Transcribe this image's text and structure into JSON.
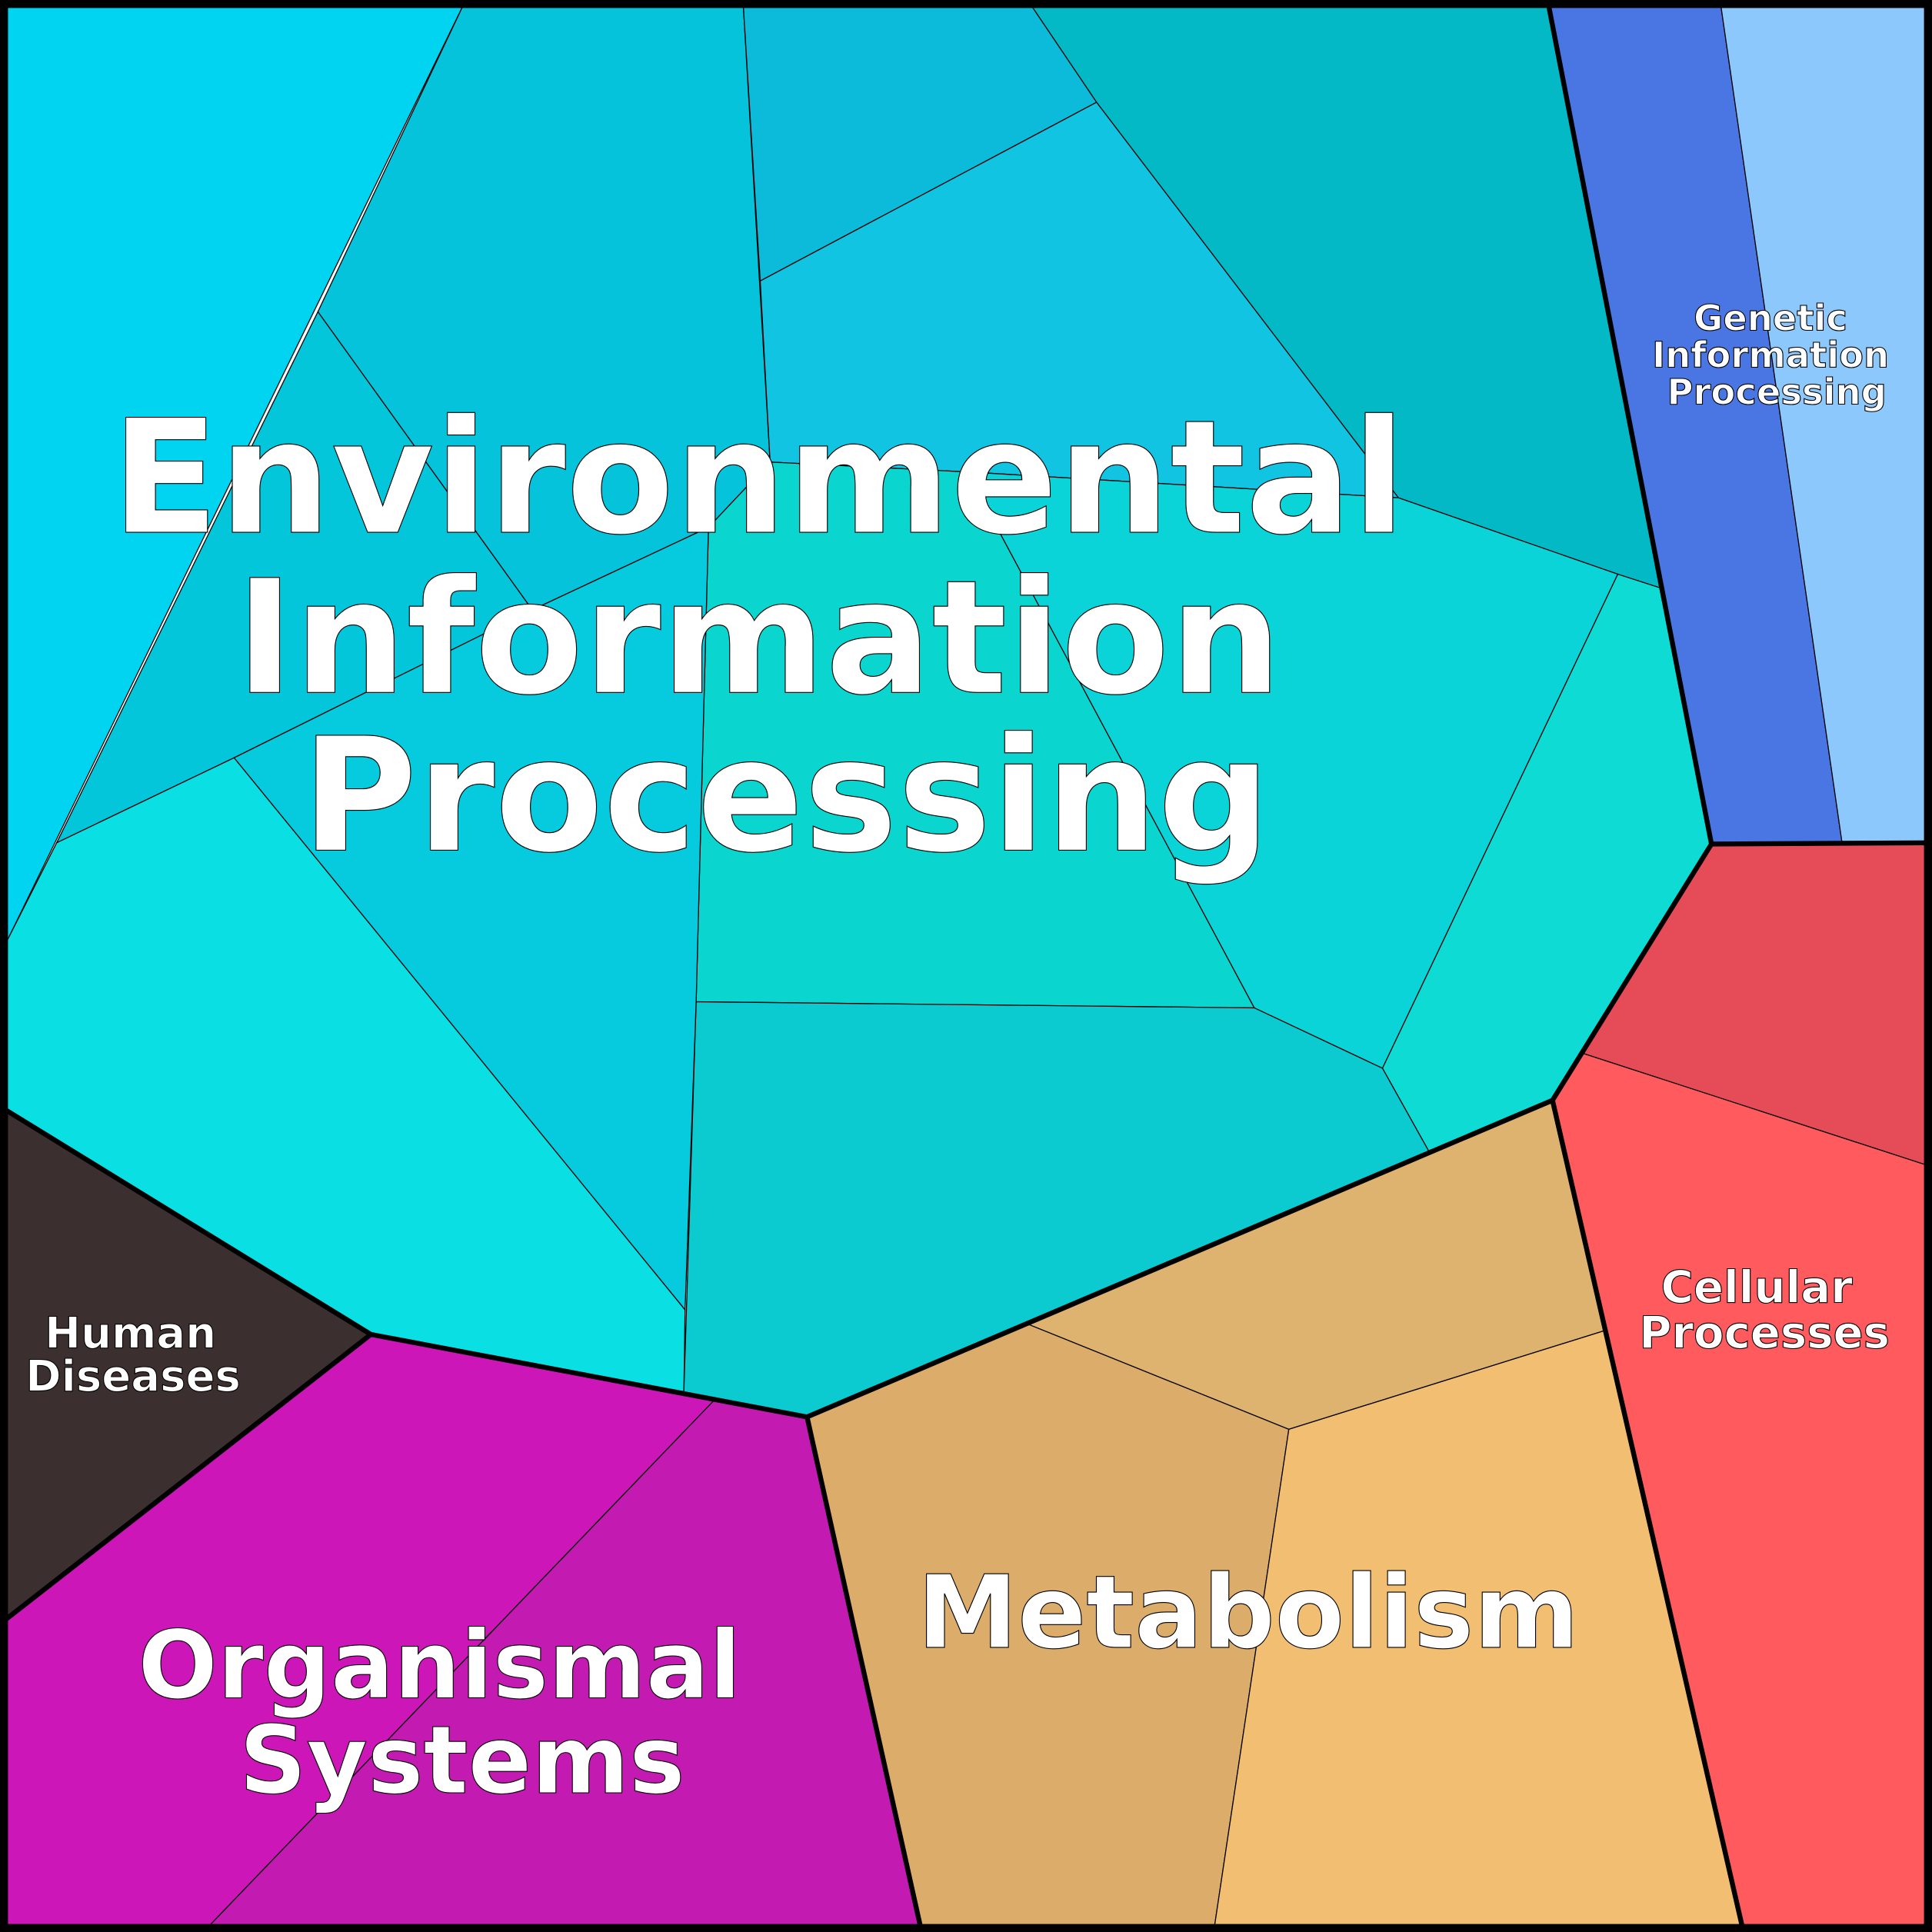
{
  "diagram": {
    "type": "voronoi-treemap",
    "categories": [
      {
        "name": "Environmental Information Processing",
        "lines": [
          "Environmental",
          "Information",
          "Processing"
        ],
        "color": "#06cadd"
      },
      {
        "name": "Genetic Information Processing",
        "lines": [
          "Genetic",
          "Information",
          "Processing"
        ],
        "color": "#4a76e3"
      },
      {
        "name": "Cellular Processes",
        "lines": [
          "Cellular",
          "Processes"
        ],
        "color": "#ff5a5e"
      },
      {
        "name": "Metabolism",
        "lines": [
          "Metabolism"
        ],
        "color": "#dbac6a"
      },
      {
        "name": "Organismal Systems",
        "lines": [
          "Organismal",
          "Systems"
        ],
        "color": "#cc16b8"
      },
      {
        "name": "Human Diseases",
        "lines": [
          "Human",
          "Diseases"
        ],
        "color": "#3c2f2f"
      }
    ]
  }
}
